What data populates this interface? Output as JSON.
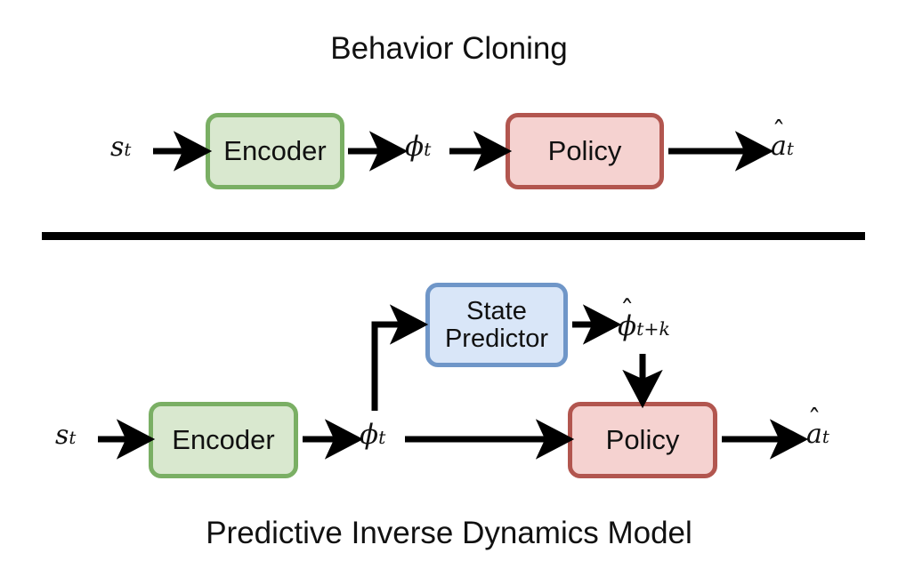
{
  "figure": {
    "title_top": "Behavior Cloning",
    "title_bottom": "Predictive Inverse Dynamics Model",
    "background": "#ffffff",
    "colors": {
      "encoder_border": "#7aaf64",
      "encoder_fill": "#d9e8cf",
      "policy_border": "#b2564f",
      "policy_fill": "#f5d2d0",
      "state_predictor_border": "#6f96c8",
      "state_predictor_fill": "#d9e6f8",
      "arrow": "#000000",
      "divider": "#000000",
      "text": "#111111"
    }
  },
  "top_panel": {
    "name": "Behavior Cloning",
    "input_label": "s",
    "input_sub": "t",
    "encoder_label": "Encoder",
    "feature_label": "ϕ",
    "feature_sub": "t",
    "policy_label": "Policy",
    "output_label": "a",
    "output_sub": "t",
    "output_hat": "ˆ"
  },
  "bottom_panel": {
    "name": "Predictive Inverse Dynamics Model",
    "input_label": "s",
    "input_sub": "t",
    "encoder_label": "Encoder",
    "feature_label": "ϕ",
    "feature_sub": "t",
    "state_predictor_label": "State\nPredictor",
    "predicted_feature_label": "ϕ",
    "predicted_feature_sub": "t+k",
    "predicted_feature_hat": "ˆ",
    "policy_label": "Policy",
    "output_label": "a",
    "output_sub": "t",
    "output_hat": "ˆ"
  },
  "flow": {
    "top_edges": [
      "s_t -> Encoder",
      "Encoder -> phi_t",
      "phi_t -> Policy",
      "Policy -> a_hat_t"
    ],
    "bottom_edges": [
      "s_t -> Encoder",
      "Encoder -> phi_t",
      "phi_t -> State Predictor",
      "State Predictor -> phi_hat_t+k",
      "phi_hat_t+k -> Policy",
      "phi_t -> Policy",
      "Policy -> a_hat_t"
    ]
  }
}
